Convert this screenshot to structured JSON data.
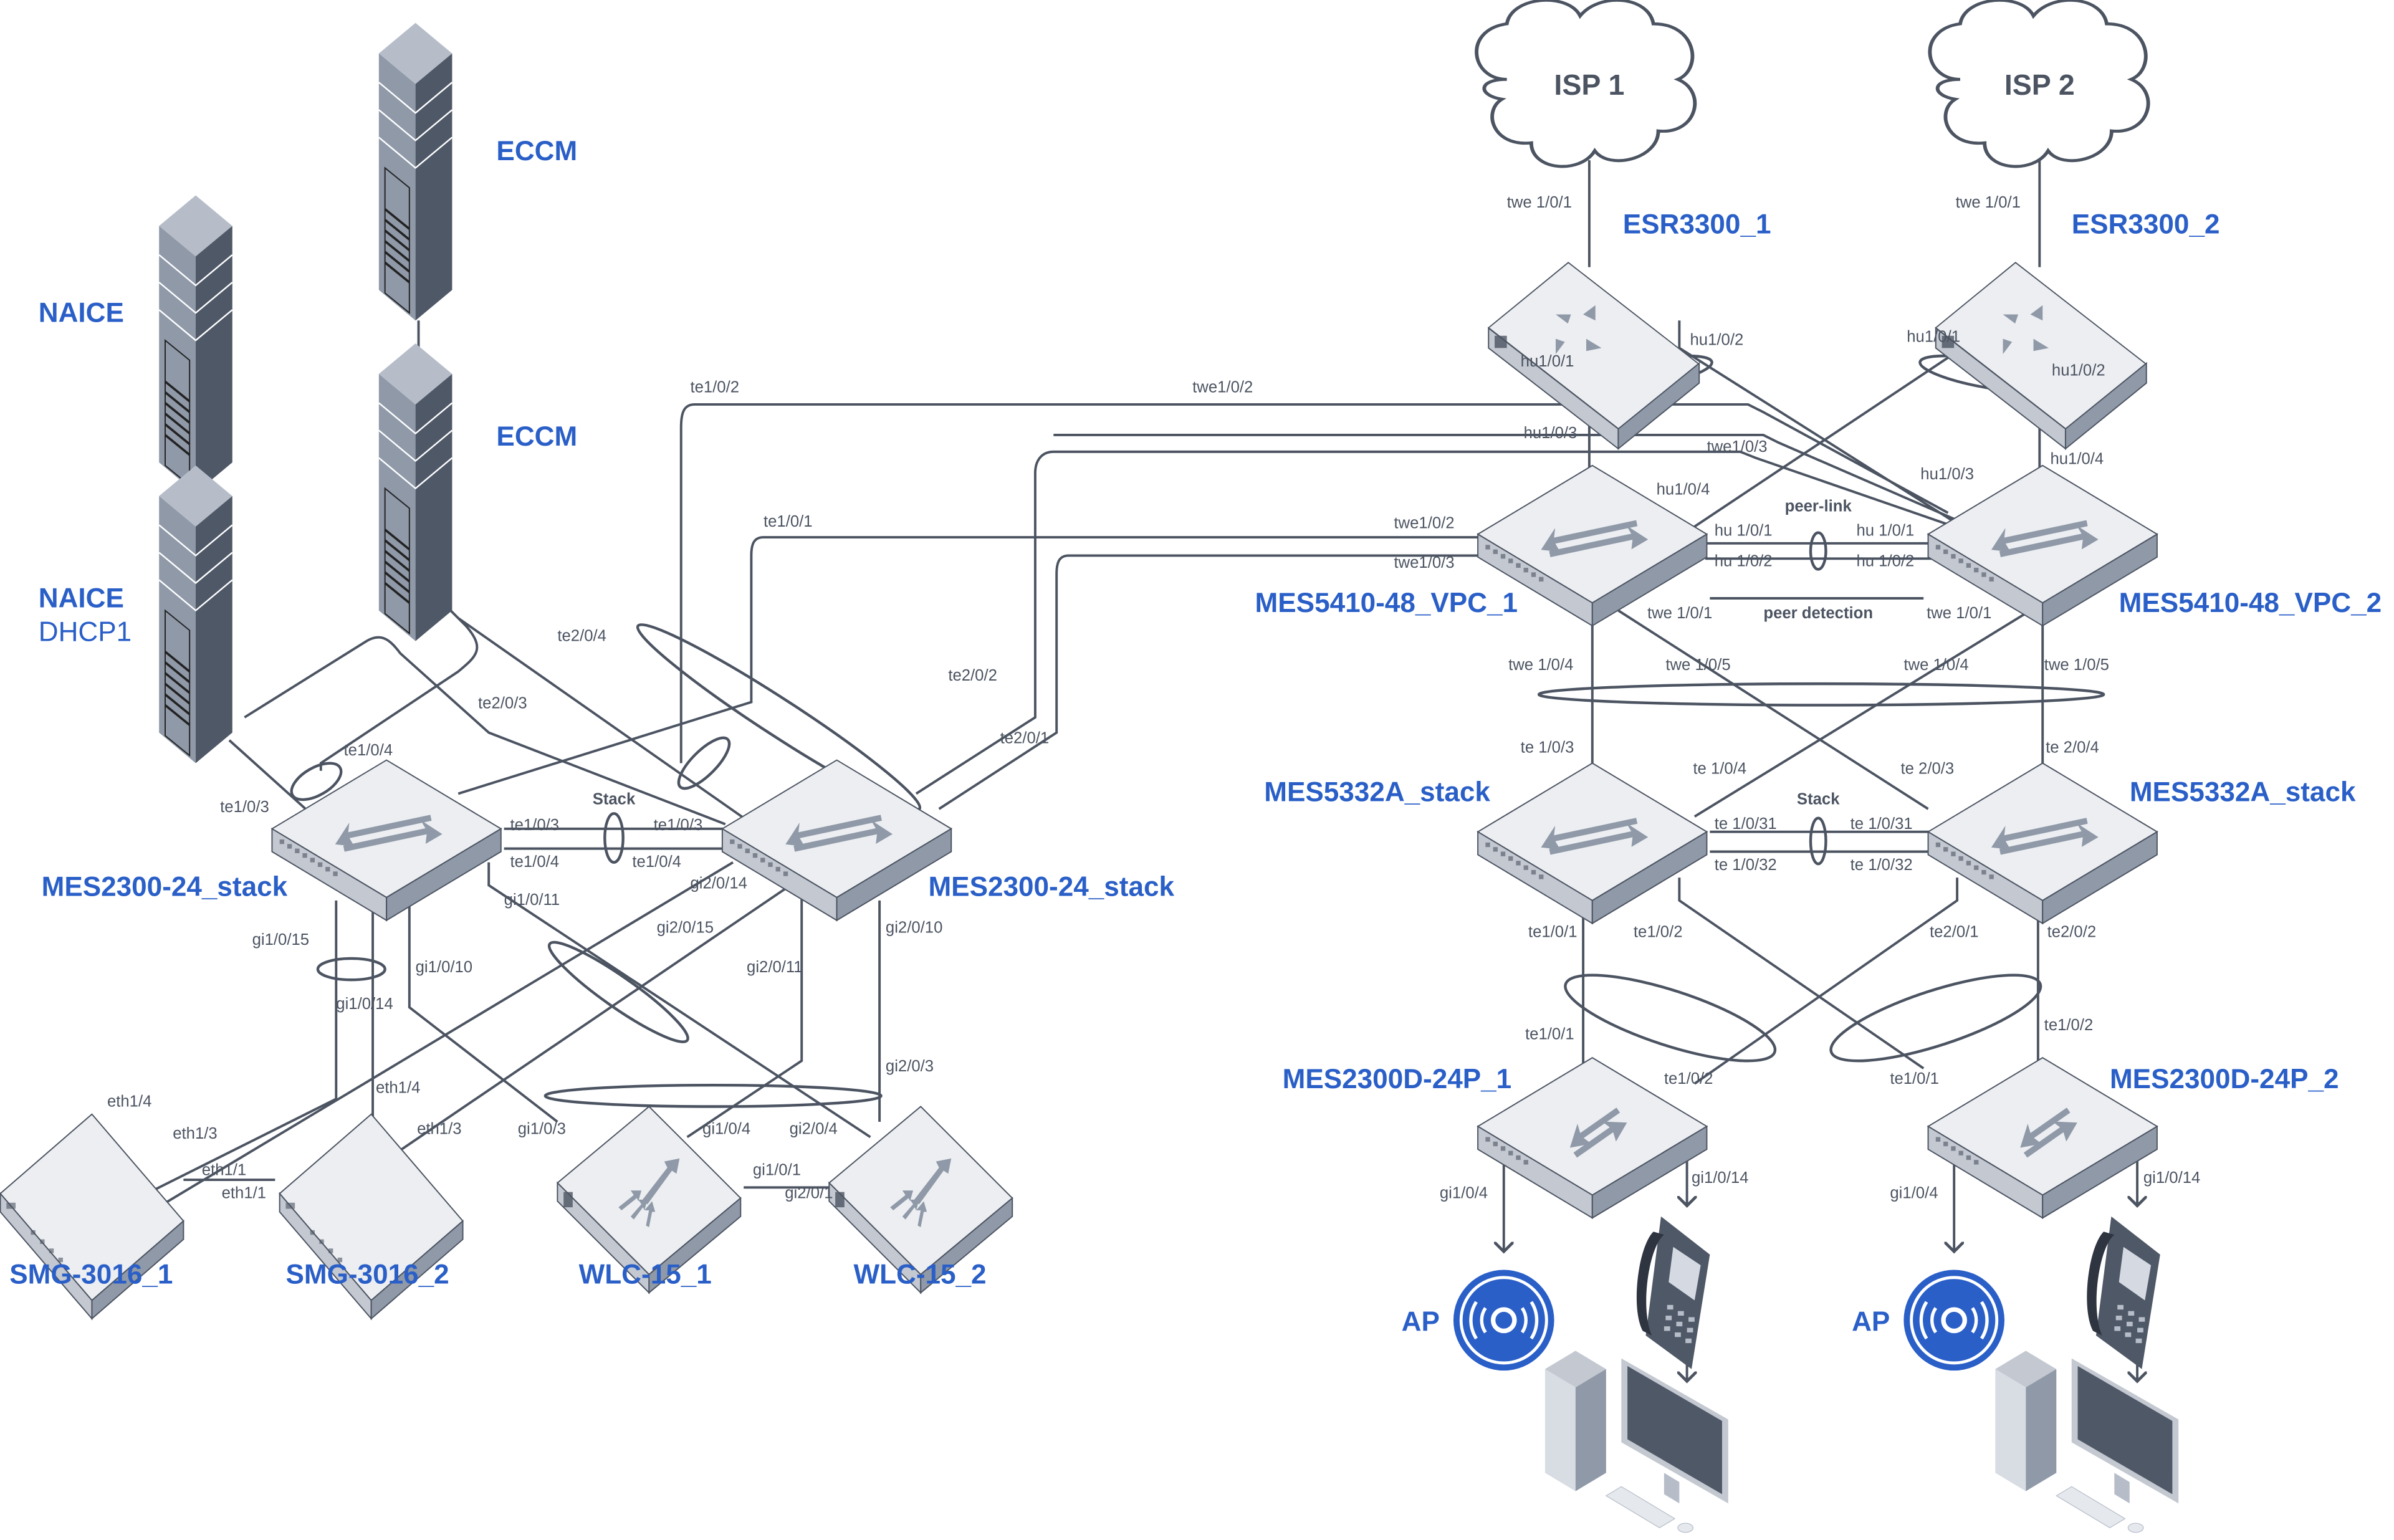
{
  "colors": {
    "line": "#4c5462",
    "label": "#2a5fc8",
    "device_top": "#eceef1",
    "device_side": "#8f99a8",
    "server_dark": "#4f5867",
    "ap_blue": "#2a5fc8"
  },
  "clouds": [
    {
      "id": "isp1",
      "label": "ISP 1"
    },
    {
      "id": "isp2",
      "label": "ISP 2"
    }
  ],
  "devices": {
    "esr1": "ESR3300_1",
    "esr2": "ESR3300_2",
    "vpc1": "MES5410-48_VPC_1",
    "vpc2": "MES5410-48_VPC_2",
    "mes5332_1": "MES5332A_stack",
    "mes5332_2": "MES5332A_stack",
    "d24p_1": "MES2300D-24P_1",
    "d24p_2": "MES2300D-24P_2",
    "mes2300_1": "MES2300-24_stack",
    "mes2300_2": "MES2300-24_stack",
    "smg1": "SMG-3016_1",
    "smg2": "SMG-3016_2",
    "wlc1": "WLC-15_1",
    "wlc2": "WLC-15_2",
    "eccm1": "ECCM",
    "eccm2": "ECCM",
    "naice1": "NAICE",
    "naice2_line1": "NAICE",
    "naice2_line2": "DHCP1",
    "ap1": "AP",
    "ap2": "AP"
  },
  "tags": {
    "peer_link": "peer-link",
    "peer_detection": "peer detection",
    "stack_right": "Stack",
    "stack_left": "Stack"
  },
  "ports": {
    "isp1_esr": "twe 1/0/1",
    "isp2_esr": "twe 1/0/1",
    "esr1_hu1": "hu1/0/1",
    "esr1_hu2": "hu1/0/2",
    "esr2_hu1": "hu1/0/1",
    "esr2_hu2": "hu1/0/2",
    "vpc1_hu3": "hu1/0/3",
    "vpc1_hu4": "hu1/0/4",
    "vpc2_hu3": "hu1/0/3",
    "vpc2_hu4": "hu1/0/4",
    "vpc2_twe3": "twe1/0/3",
    "vpc1_twe2": "twe1/0/2",
    "vpc1_twe3": "twe1/0/3",
    "top_twe2": "twe1/0/2",
    "pl_vpc1_hu1": "hu 1/0/1",
    "pl_vpc1_hu2": "hu 1/0/2",
    "pl_vpc2_hu1": "hu 1/0/1",
    "pl_vpc2_hu2": "hu 1/0/2",
    "pd_vpc1": "twe 1/0/1",
    "pd_vpc2": "twe 1/0/1",
    "vpc1_twe4": "twe 1/0/4",
    "vpc1_twe5": "twe 1/0/5",
    "vpc2_twe4": "twe 1/0/4",
    "vpc2_twe5": "twe 1/0/5",
    "m5332_1_te3": "te 1/0/3",
    "m5332_1_te4": "te 1/0/4",
    "m5332_2_te23": "te 2/0/3",
    "m5332_2_te24": "te 2/0/4",
    "st_l_31": "te 1/0/31",
    "st_l_32": "te 1/0/32",
    "st_r_31": "te 1/0/31",
    "st_r_32": "te 1/0/32",
    "m5332_1_te101": "te1/0/1",
    "m5332_1_te102": "te1/0/2",
    "m5332_2_te201": "te2/0/1",
    "m5332_2_te202": "te2/0/2",
    "d1_te1": "te1/0/1",
    "d1_te2": "te1/0/2",
    "d2_te1": "te1/0/1",
    "d2_te2": "te1/0/2",
    "d1_gi4": "gi1/0/4",
    "d1_gi14": "gi1/0/14",
    "d2_gi4": "gi1/0/4",
    "d2_gi14": "gi1/0/14",
    "l_te102": "te1/0/2",
    "l_te101": "te1/0/1",
    "l_te204": "te2/0/4",
    "l_te203": "te2/0/3",
    "l_te202": "te2/0/2",
    "l_te201": "te2/0/1",
    "l_te104": "te1/0/4",
    "l_te103": "te1/0/3",
    "st_a_te3": "te1/0/3",
    "st_a_te4": "te1/0/4",
    "st_b_te3": "te1/0/3",
    "st_b_te4": "te1/0/4",
    "gi1015": "gi1/0/15",
    "gi1014": "gi1/0/14",
    "gi1010": "gi1/0/10",
    "gi1011": "gi1/0/11",
    "gi2014": "gi2/0/14",
    "gi2015": "gi2/0/15",
    "gi2011": "gi2/0/11",
    "gi2010": "gi2/0/10",
    "gi203": "gi2/0/3",
    "smg1_eth4": "eth1/4",
    "smg1_eth3": "eth1/3",
    "smg1_eth1": "eth1/1",
    "smg2_eth1": "eth1/1",
    "smg2_eth4": "eth1/4",
    "smg2_eth3": "eth1/3",
    "wlc1_gi3": "gi1/0/3",
    "wlc1_gi4": "gi1/0/4",
    "wlc2_gi4": "gi2/0/4",
    "wlc1_gi1": "gi1/0/1",
    "wlc2_gi1": "gi2/0/1"
  }
}
